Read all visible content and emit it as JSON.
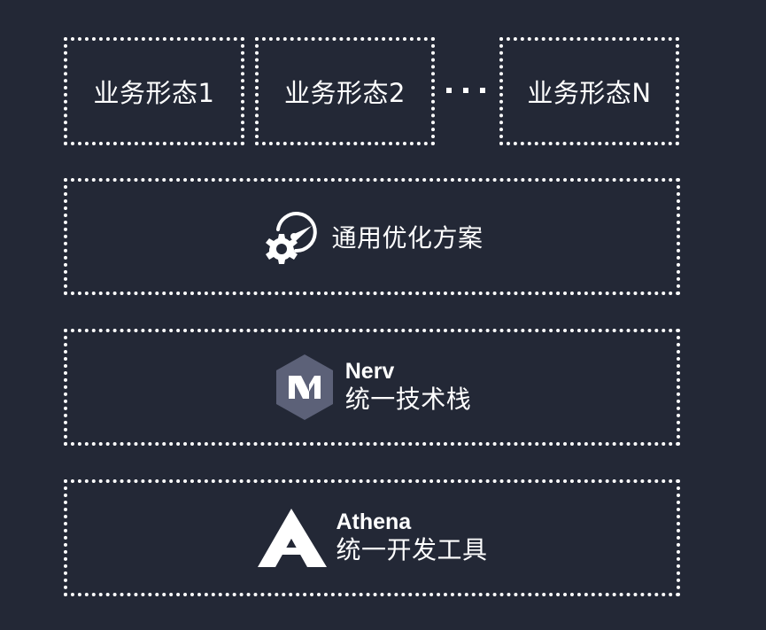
{
  "business_forms": [
    {
      "label": "业务形态1"
    },
    {
      "label": "业务形态2"
    },
    {
      "label": "业务形态N"
    }
  ],
  "ellipsis": "···",
  "optimization": {
    "label": "通用优化方案",
    "icon": "gauge-gear-icon"
  },
  "nerv": {
    "name": "Nerv",
    "subtitle": "统一技术栈",
    "icon": "nerv-logo-icon"
  },
  "athena": {
    "name": "Athena",
    "subtitle": "统一开发工具",
    "icon": "athena-logo-icon"
  },
  "colors": {
    "background": "#232836",
    "foreground": "#ffffff",
    "nerv_badge": "#5c6178"
  }
}
